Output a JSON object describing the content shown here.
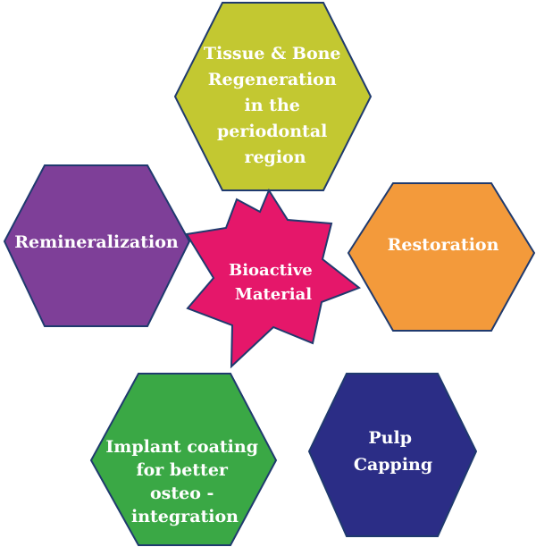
{
  "center": {
    "lines": [
      "Bioactive",
      "Material"
    ],
    "color": "#e5176a"
  },
  "nodes": [
    {
      "key": "tissue",
      "lines": [
        "Tissue & Bone",
        "Regeneration",
        "in the",
        "periodontal",
        "region"
      ],
      "color": "#c3c831"
    },
    {
      "key": "remineralization",
      "lines": [
        "Remineralization"
      ],
      "color": "#7e3f98"
    },
    {
      "key": "restoration",
      "lines": [
        "Restoration"
      ],
      "color": "#f39a3b"
    },
    {
      "key": "implant",
      "lines": [
        "Implant coating",
        "for better",
        "osteo   -",
        "integration"
      ],
      "color": "#3aa845"
    },
    {
      "key": "pulp",
      "lines": [
        "Pulp",
        "Capping"
      ],
      "color": "#2b2d86"
    }
  ],
  "stroke_color": "#1f3a6e"
}
